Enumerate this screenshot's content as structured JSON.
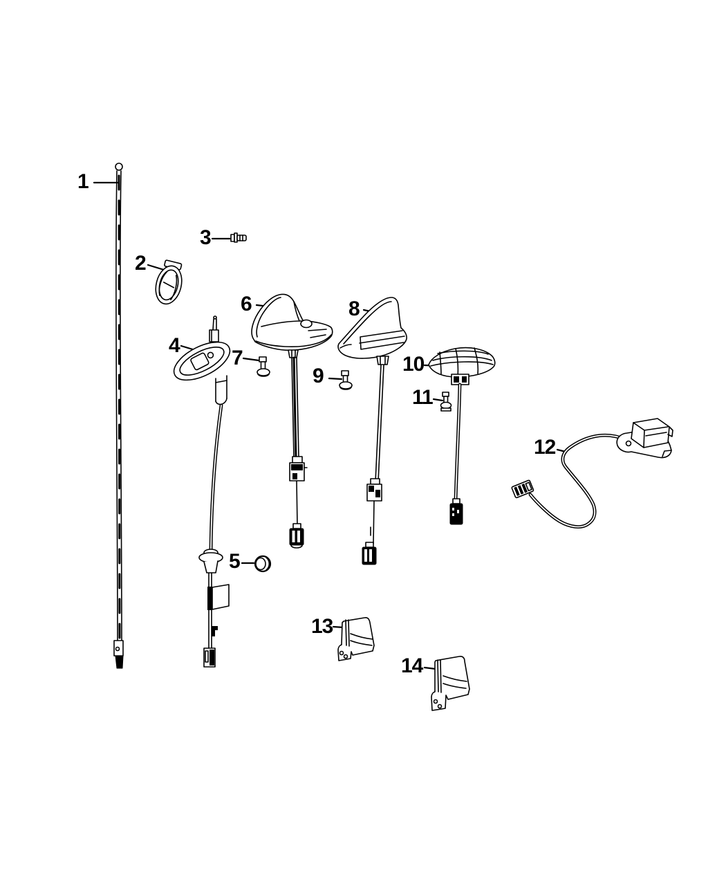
{
  "page": {
    "background_color": "#ffffff",
    "line_color": "#000000"
  },
  "diagram": {
    "type": "exploded-parts-diagram",
    "callouts": [
      {
        "label": "1",
        "part": "mast-antenna"
      },
      {
        "label": "2",
        "part": "antenna-base-gasket"
      },
      {
        "label": "3",
        "part": "screw"
      },
      {
        "label": "4",
        "part": "antenna-base-with-cable"
      },
      {
        "label": "5",
        "part": "grommet-nut"
      },
      {
        "label": "6",
        "part": "sharkfin-antenna-with-cable"
      },
      {
        "label": "7",
        "part": "screw"
      },
      {
        "label": "8",
        "part": "sharkfin-antenna-with-cable"
      },
      {
        "label": "9",
        "part": "screw"
      },
      {
        "label": "10",
        "part": "dome-antenna-with-cable"
      },
      {
        "label": "11",
        "part": "screw"
      },
      {
        "label": "12",
        "part": "antenna-module-with-cable"
      },
      {
        "label": "13",
        "part": "mounting-bracket"
      },
      {
        "label": "14",
        "part": "mounting-bracket"
      }
    ]
  }
}
